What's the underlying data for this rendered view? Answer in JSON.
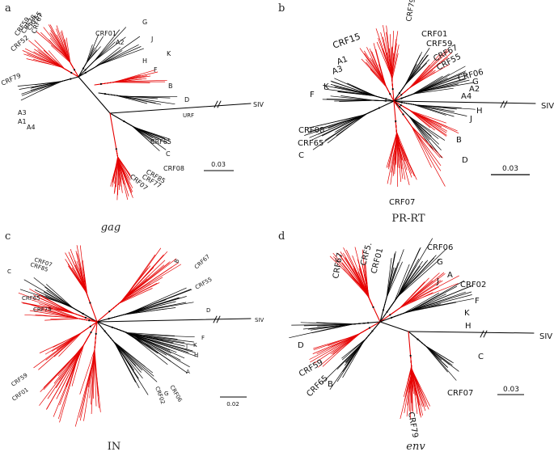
{
  "colors": {
    "crf_branches": "#e60000",
    "reference_branches": "#000000",
    "background": "#ffffff"
  },
  "panels": [
    {
      "letter": "a",
      "caption": "gag",
      "caption_italic": true,
      "scale_label": "0.03",
      "outgroup": "SIV",
      "labels": [
        "CRF67",
        "CRF55",
        "CRF78",
        "CRF59",
        "CRF52",
        "CRF79",
        "CRF01",
        "A2",
        "G",
        "J",
        "K",
        "H",
        "F",
        "B",
        "D",
        "URF",
        "A3",
        "A1",
        "A4",
        "CRF65",
        "C",
        "CRF08",
        "CRF85",
        "CRF77",
        "CRF07"
      ]
    },
    {
      "letter": "b",
      "caption": "PR-RT",
      "caption_italic": false,
      "scale_label": "0.03",
      "outgroup": "SIV",
      "labels": [
        "CRF79",
        "CRF01",
        "CRF59",
        "CRF15",
        "CRF67",
        "CRF55",
        "A1",
        "A3",
        "CRF06",
        "G",
        "A2",
        "A4",
        "K",
        "F",
        "H",
        "J",
        "CRF08",
        "CRF65",
        "C",
        "B",
        "D",
        "CRF07"
      ]
    },
    {
      "letter": "c",
      "caption": "IN",
      "caption_italic": false,
      "scale_label": "0.02",
      "outgroup": "SIV",
      "labels": [
        "CRF07",
        "CRF85",
        "C",
        "CRF65",
        "CRF79",
        "B",
        "CRF67",
        "CRF55",
        "D",
        "F",
        "K",
        "J",
        "H",
        "A",
        "CRF06",
        "G",
        "CRF02",
        "CRF59",
        "CRF01"
      ]
    },
    {
      "letter": "d",
      "caption": "env",
      "caption_italic": true,
      "scale_label": "0.03",
      "outgroup": "SIV",
      "labels": [
        "CRF67",
        "CRF5.",
        "CRF01",
        "CRF06",
        "G",
        "A",
        "J",
        "CRF02",
        "F",
        "K",
        "H",
        "C",
        "D",
        "CRF59",
        "CRF65",
        "B",
        "CRF07",
        "CRF79"
      ]
    }
  ]
}
